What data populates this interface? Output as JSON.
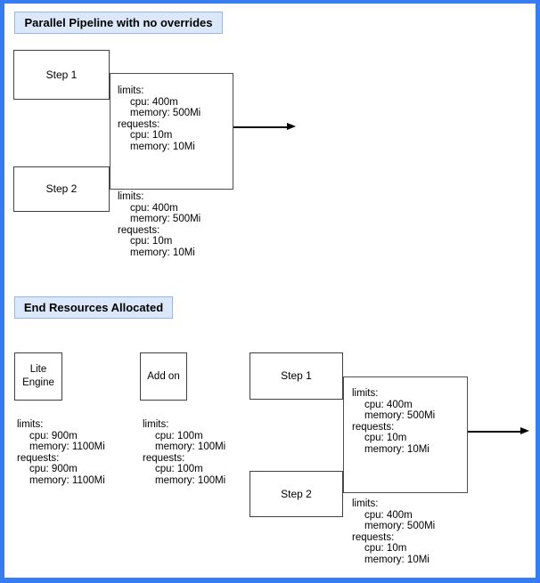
{
  "colors": {
    "frame_blue": "#377df2",
    "header_fill": "#dbe8fc",
    "header_border": "#97b7e7",
    "node_border": "#404040"
  },
  "section1": {
    "title": "Parallel Pipeline with no overrides",
    "step1": {
      "label": "Step 1",
      "lines": [
        "limits:",
        "cpu: 400m",
        "memory: 500Mi",
        "requests:",
        "cpu: 10m",
        "memory: 10Mi"
      ]
    },
    "step2": {
      "label": "Step 2",
      "lines": [
        "limits:",
        "cpu: 400m",
        "memory: 500Mi",
        "requests:",
        "cpu: 10m",
        "memory: 10Mi"
      ]
    }
  },
  "section2": {
    "title": "End Resources Allocated",
    "lite_engine": {
      "label_line1": "Lite",
      "label_line2": "Engine",
      "lines": [
        "limits:",
        "cpu: 900m",
        "memory: 1100Mi",
        "requests:",
        "cpu: 900m",
        "memory: 1100Mi"
      ]
    },
    "add_on": {
      "label": "Add on",
      "lines": [
        "limits:",
        "cpu: 100m",
        "memory: 100Mi",
        "requests:",
        "cpu: 100m",
        "memory: 100Mi"
      ]
    },
    "step1": {
      "label": "Step 1",
      "lines": [
        "limits:",
        "cpu: 400m",
        "memory: 500Mi",
        "requests:",
        "cpu: 10m",
        "memory: 10Mi"
      ]
    },
    "step2": {
      "label": "Step 2",
      "lines": [
        "limits:",
        "cpu: 400m",
        "memory: 500Mi",
        "requests:",
        "cpu: 10m",
        "memory: 10Mi"
      ]
    }
  }
}
